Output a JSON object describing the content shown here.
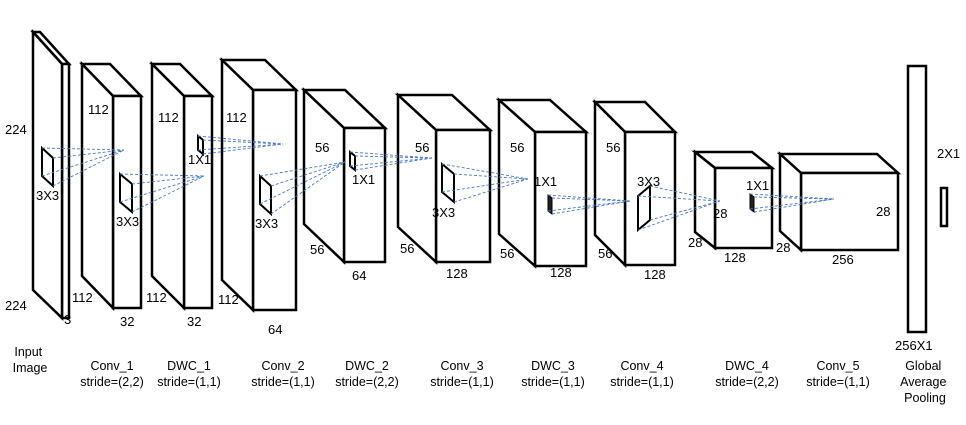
{
  "input": {
    "height": "224",
    "width": "224",
    "depth": "3",
    "kernel": "3X3",
    "label_lines": [
      "Input",
      "Image"
    ]
  },
  "layers": [
    {
      "name": "Conv_1",
      "stride": "stride=(2,2)",
      "dims": [
        "112",
        "112",
        "32"
      ],
      "kernel": "3X3"
    },
    {
      "name": "DWC_1",
      "stride": "stride=(1,1)",
      "dims": [
        "112",
        "112",
        "32"
      ],
      "kernel": "1X1"
    },
    {
      "name": "Conv_2",
      "stride": "stride=(1,1)",
      "dims": [
        "112",
        "112",
        "64"
      ],
      "kernel": "3X3"
    },
    {
      "name": "DWC_2",
      "stride": "stride=(2,2)",
      "dims": [
        "56",
        "56",
        "64"
      ],
      "kernel": "1X1"
    },
    {
      "name": "Conv_3",
      "stride": "stride=(1,1)",
      "dims": [
        "56",
        "56",
        "128"
      ],
      "kernel": "3X3"
    },
    {
      "name": "DWC_3",
      "stride": "stride=(1,1)",
      "dims": [
        "56",
        "56",
        "128"
      ],
      "kernel": "1X1"
    },
    {
      "name": "Conv_4",
      "stride": "stride=(1,1)",
      "dims": [
        "56",
        "56",
        "128"
      ],
      "kernel": "3X3"
    },
    {
      "name": "DWC_4",
      "stride": "stride=(2,2)",
      "dims": [
        "28",
        "28",
        "128"
      ],
      "kernel": "1X1"
    },
    {
      "name": "Conv_5",
      "stride": "stride=(1,1)",
      "dims": [
        "28",
        "28",
        "256"
      ]
    }
  ],
  "gap": {
    "size": "256X1",
    "label_lines": [
      "Global",
      "Average",
      "Pooling"
    ]
  },
  "output": {
    "size": "2X1"
  }
}
